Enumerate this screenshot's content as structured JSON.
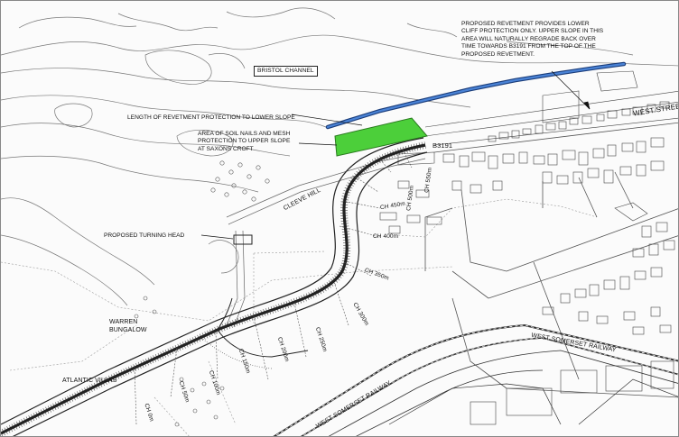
{
  "notes": {
    "revetment_note": "PROPOSED REVETMENT PROVIDES LOWER CLIFF PROTECTION ONLY. UPPER SLOPE IN THIS AREA WILL NATURALLY REGRADE BACK OVER TIME TOWARDS B3191 FROM THE TOP OF THE PROPOSED REVETMENT.",
    "bristol_channel": "BRISTOL CHANNEL",
    "revetment_length": "LENGTH OF REVETMENT PROTECTION TO LOWER SLOPE",
    "soil_nails": "AREA OF SOIL NAILS AND MESH PROTECTION TO UPPER SLOPE AT SAXONS CROFT",
    "turning_head": "PROPOSED TURNING HEAD"
  },
  "places": {
    "west_street": "WEST STREET",
    "b3191": "B3191",
    "cleeve_hill": "CLEEVE HILL",
    "warren_bungalow": "WARREN BUNGALOW",
    "atlantic_villas": "ATLANTIC VILLAS",
    "wsr_1": "WEST SOMERSET RAILWAY",
    "wsr_2": "WEST SOMERSET RAILWAY"
  },
  "chainages": {
    "ch0": "CH 0m",
    "ch50": "CH 50m",
    "ch100": "CH 100m",
    "ch150": "CH 150m",
    "ch200": "CH 200m",
    "ch250": "CH 250m",
    "ch300": "CH 300m",
    "ch350": "CH 350m",
    "ch400": "CH 400m",
    "ch450": "CH 450m",
    "ch500": "CH 500m",
    "ch550": "CH 550m"
  },
  "colors": {
    "revetment": "#2f5fa8",
    "soil_nail_area": "#4ccf3a",
    "linework": "#444444"
  }
}
